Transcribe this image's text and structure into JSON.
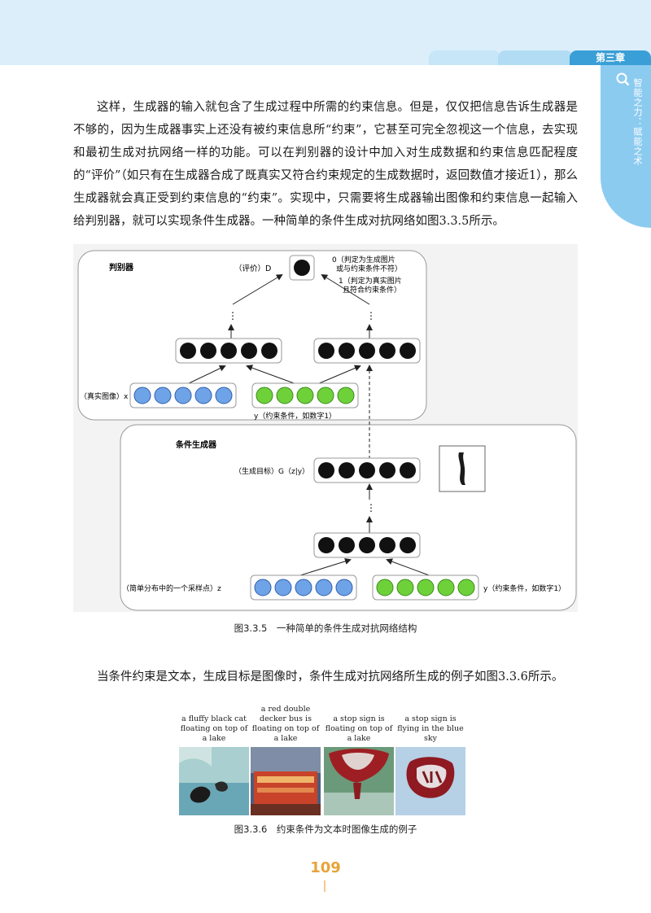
{
  "header": {
    "chapter_tab": "第三章",
    "side_title": "智能之力：赋能之术"
  },
  "body": {
    "paragraph1": "这样，生成器的输入就包含了生成过程中所需的约束信息。但是，仅仅把信息告诉生成器是不够的，因为生成器事实上还没有被约束信息所“约束”，它甚至可完全忽视这一个信息，去实现和最初生成对抗网络一样的功能。可以在判别器的设计中加入对生成数据和约束信息匹配程度的“评价”（如只有在生成器合成了既真实又符合约束规定的生成数据时，返回数值才接近1），那么生成器就会真正受到约束信息的“约束”。实现中，只需要将生成器输出图像和约束信息一起输入给判别器，就可以实现条件生成器。一种简单的条件生成对抗网络如图3.3.5所示。",
    "paragraph2": "当条件约束是文本，生成目标是图像时，条件生成对抗网络所生成的例子如图3.3.6所示。"
  },
  "figure1": {
    "caption": "图3.3.5　一种简单的条件生成对抗网络结构",
    "discriminator_label": "判别器",
    "generator_label": "条件生成器",
    "eval_label": "（评价）D",
    "out0_label_line1": "0（判定为生成图片",
    "out0_label_line2": "或与约束条件不符）",
    "out1_label_line1": "1（判定为真实图片",
    "out1_label_line2": "且符合约束条件）",
    "real_image_label": "（真实图像）x",
    "condition_label_top": "y（约束条件，如数字1）",
    "gen_target_label": "（生成目标）G（z|y）",
    "noise_label": "（简单分布中的一个采样点）z",
    "condition_label_bottom": "y（约束条件，如数字1）",
    "dots": "⋮",
    "colors": {
      "black_node": "#111111",
      "blue_node": "#6fa3e8",
      "green_node": "#6fd13a",
      "box_border": "#888888"
    }
  },
  "figure2": {
    "caption": "图3.3.6　约束条件为文本时图像生成的例子",
    "items": [
      {
        "label": "a fluffy black cat floating on top of a lake"
      },
      {
        "label": "a red double decker bus is floating on top of a lake"
      },
      {
        "label": "a stop sign is floating on top of a lake"
      },
      {
        "label": "a stop sign is flying in the blue sky"
      }
    ]
  },
  "footer": {
    "page_number": "109"
  }
}
